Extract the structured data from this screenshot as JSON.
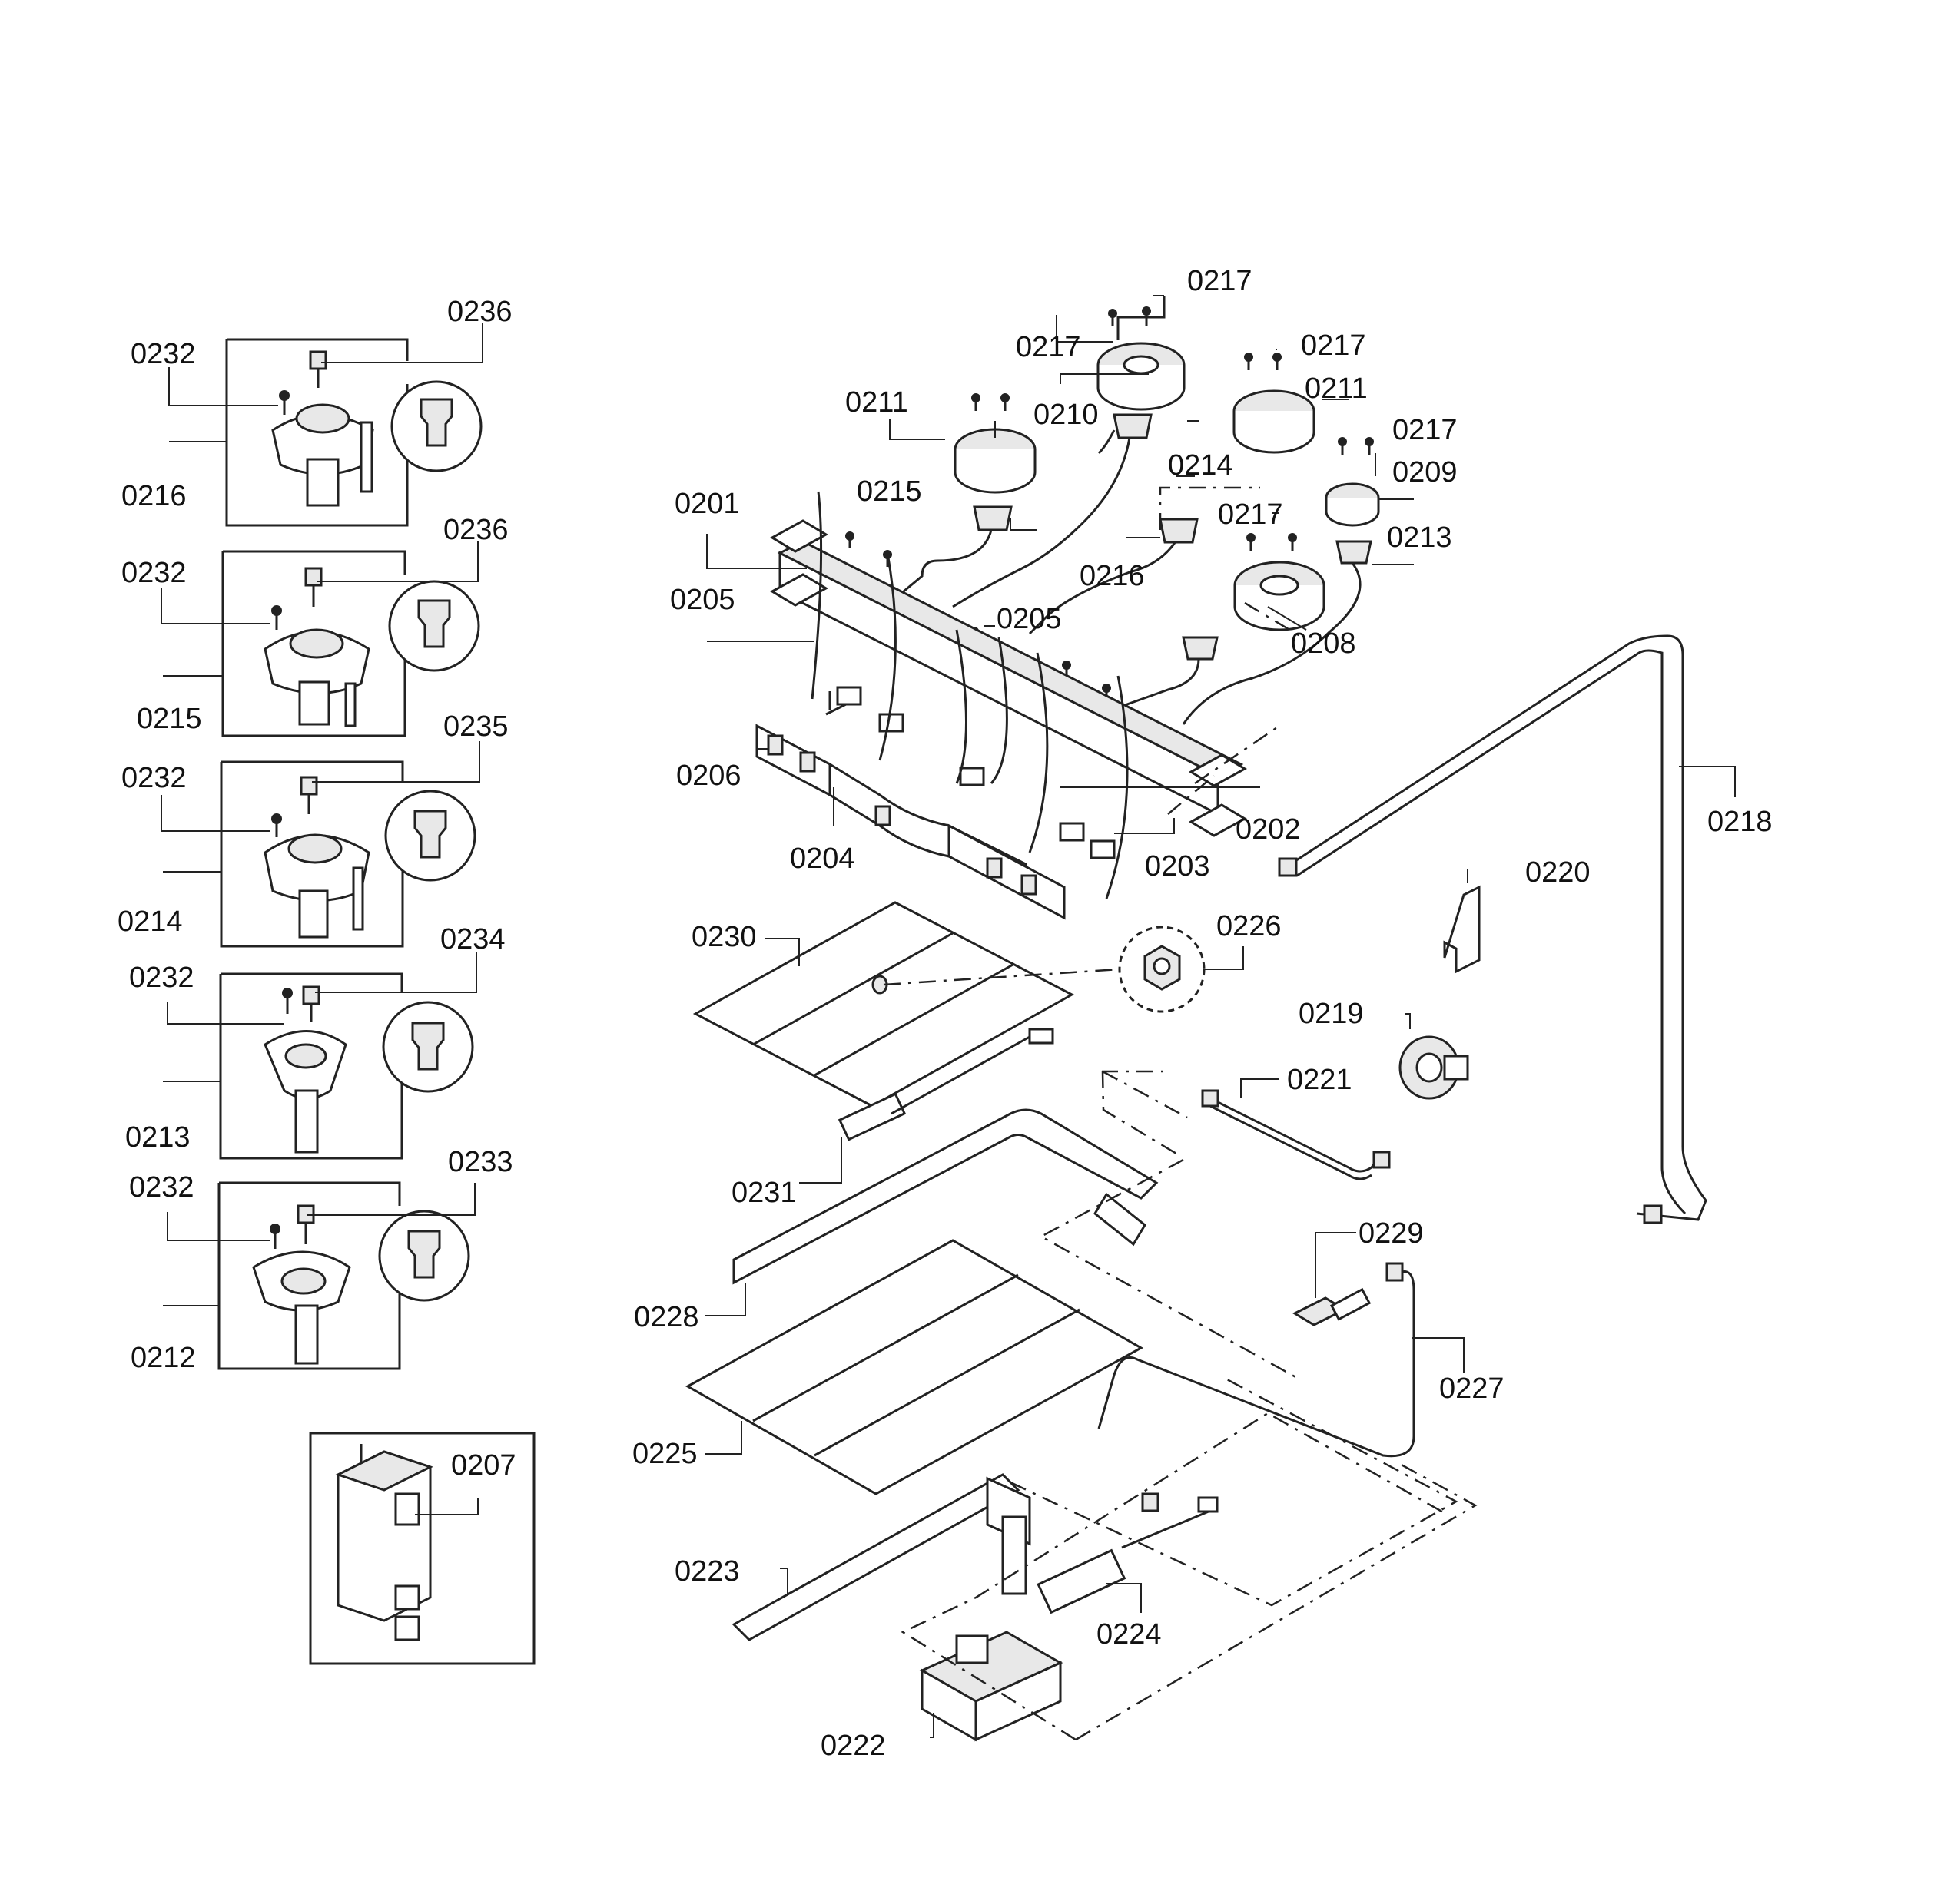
{
  "labels": {
    "p0201": "0201",
    "p0202": "0202",
    "p0203": "0203",
    "p0204": "0204",
    "p0205a": "0205",
    "p0205b": "0205",
    "p0206": "0206",
    "p0207": "0207",
    "p0208": "0208",
    "p0209": "0209",
    "p0210": "0210",
    "p0211a": "0211",
    "p0211b": "0211",
    "p0212": "0212",
    "p0213a": "0213",
    "p0213b": "0213",
    "p0214a": "0214",
    "p0214b": "0214",
    "p0215a": "0215",
    "p0215b": "0215",
    "p0216a": "0216",
    "p0216b": "0216",
    "p0217a": "0217",
    "p0217b": "0217",
    "p0217c": "0217",
    "p0217d": "0217",
    "p0217e": "0217",
    "p0218": "0218",
    "p0219": "0219",
    "p0220": "0220",
    "p0221": "0221",
    "p0222": "0222",
    "p0223": "0223",
    "p0224": "0224",
    "p0225": "0225",
    "p0226": "0226",
    "p0227": "0227",
    "p0228": "0228",
    "p0229": "0229",
    "p0230": "0230",
    "p0231": "0231",
    "p0232a": "0232",
    "p0232b": "0232",
    "p0232c": "0232",
    "p0232d": "0232",
    "p0232e": "0232",
    "p0233": "0233",
    "p0234": "0234",
    "p0235": "0235",
    "p0236a": "0236",
    "p0236b": "0236"
  }
}
